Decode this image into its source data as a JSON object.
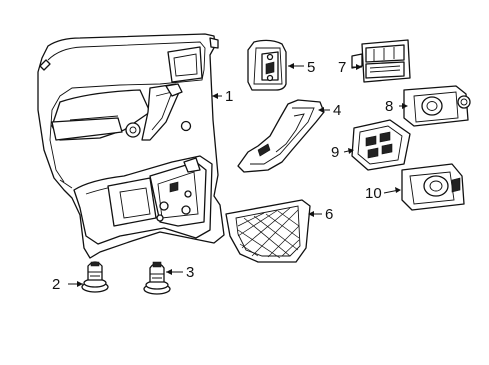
{
  "diagram": {
    "callouts": [
      {
        "id": "1",
        "text": "1"
      },
      {
        "id": "2",
        "text": "2"
      },
      {
        "id": "3",
        "text": "3"
      },
      {
        "id": "4",
        "text": "4"
      },
      {
        "id": "5",
        "text": "5"
      },
      {
        "id": "6",
        "text": "6"
      },
      {
        "id": "7",
        "text": "7"
      },
      {
        "id": "8",
        "text": "8"
      },
      {
        "id": "9",
        "text": "9"
      },
      {
        "id": "10",
        "text": "10"
      }
    ],
    "parts": [
      {
        "callout": "1",
        "name": "door-trim-panel"
      },
      {
        "callout": "2",
        "name": "push-pin-fastener"
      },
      {
        "callout": "3",
        "name": "push-pin-fastener-alt"
      },
      {
        "callout": "4",
        "name": "armrest-bezel"
      },
      {
        "callout": "5",
        "name": "handle-bracket"
      },
      {
        "callout": "6",
        "name": "map-pocket-net"
      },
      {
        "callout": "7",
        "name": "window-switch-module"
      },
      {
        "callout": "8",
        "name": "mirror-switch"
      },
      {
        "callout": "9",
        "name": "window-switch-panel"
      },
      {
        "callout": "10",
        "name": "lock-switch"
      }
    ]
  }
}
